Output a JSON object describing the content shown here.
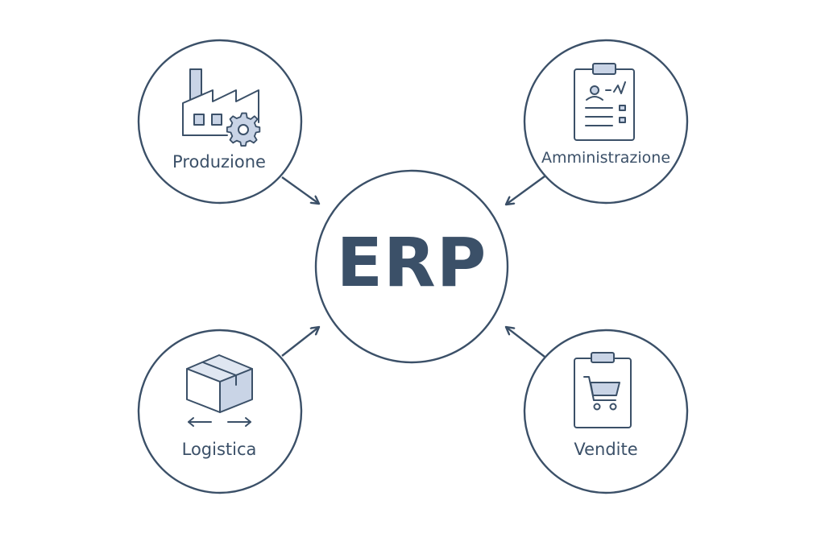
{
  "diagram": {
    "center": {
      "label": "ERP"
    },
    "nodes": [
      {
        "id": "produzione",
        "label": "Produzione",
        "icon": "factory-gear-icon"
      },
      {
        "id": "amministrazione",
        "label": "Amministrazione",
        "icon": "clipboard-document-icon"
      },
      {
        "id": "logistica",
        "label": "Logistica",
        "icon": "box-arrows-icon"
      },
      {
        "id": "vendite",
        "label": "Vendite",
        "icon": "clipboard-cart-icon"
      }
    ],
    "colors": {
      "stroke": "#3b5068",
      "icon_fill": "#c9d4e6",
      "background": "#ffffff"
    }
  }
}
